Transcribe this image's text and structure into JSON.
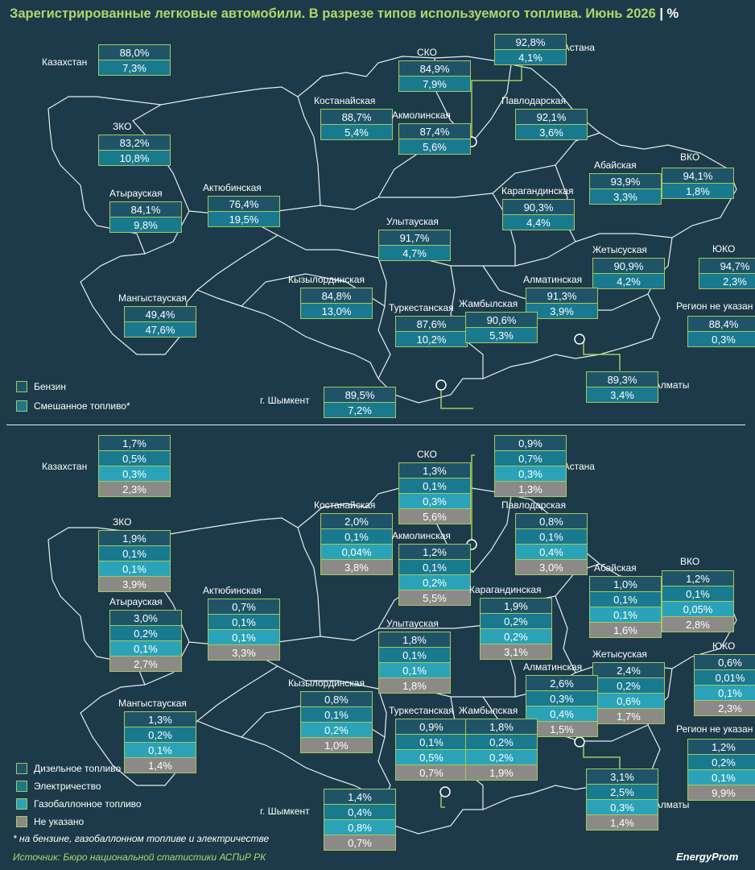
{
  "title": "Зарегистрированные легковые автомобили. В разрезе типов используемого топлива. Июнь 2026",
  "title_unit": "| %",
  "colors": {
    "border": "#a7c95a",
    "petrol": "#1f5468",
    "mixed": "#19798f",
    "diesel": "#1f5468",
    "electric": "#19798f",
    "gas": "#2aa3b8",
    "unknown": "#8b8a86"
  },
  "legend_top": [
    "Бензин",
    "Смешанное топливо*"
  ],
  "legend_bottom": [
    "Дизельное топливо",
    "Электричество",
    "Газобаллонное топливо",
    "Не указано"
  ],
  "footnote": "* на бензине, газобаллонном топливе и электричестве",
  "source": "Источник: Бюро национальной статистики АСПиР РК",
  "brand": "EnergyProm",
  "chart_data": [
    {
      "type": "table",
      "title": "Бензин / Смешанное топливо*",
      "series": [
        "Бензин",
        "Смешанное топливо*"
      ],
      "regions": [
        {
          "name": "Казахстан",
          "values": [
            "88,0%",
            "7,3%"
          ]
        },
        {
          "name": "СКО",
          "values": [
            "84,9%",
            "7,9%"
          ]
        },
        {
          "name": "г. Астана",
          "values": [
            "92,8%",
            "4,1%"
          ]
        },
        {
          "name": "ЗКО",
          "values": [
            "83,2%",
            "10,8%"
          ]
        },
        {
          "name": "Костанайская",
          "values": [
            "88,7%",
            "5,4%"
          ]
        },
        {
          "name": "Акмолинская",
          "values": [
            "87,4%",
            "5,6%"
          ]
        },
        {
          "name": "Павлодарская",
          "values": [
            "92,1%",
            "3,6%"
          ]
        },
        {
          "name": "Атырауская",
          "values": [
            "84,1%",
            "9,8%"
          ]
        },
        {
          "name": "Актюбинская",
          "values": [
            "76,4%",
            "19,5%"
          ]
        },
        {
          "name": "Абайская",
          "values": [
            "93,9%",
            "3,3%"
          ]
        },
        {
          "name": "ВКО",
          "values": [
            "94,1%",
            "1,8%"
          ]
        },
        {
          "name": "Карагандинская",
          "values": [
            "90,3%",
            "4,4%"
          ]
        },
        {
          "name": "Улытауская",
          "values": [
            "91,7%",
            "4,7%"
          ]
        },
        {
          "name": "Жетысуская",
          "values": [
            "90,9%",
            "4,2%"
          ]
        },
        {
          "name": "ЮКО",
          "values": [
            "94,7%",
            "2,3%"
          ]
        },
        {
          "name": "Мангыстауская",
          "values": [
            "49,4%",
            "47,6%"
          ]
        },
        {
          "name": "Кызылординская",
          "values": [
            "84,8%",
            "13,0%"
          ]
        },
        {
          "name": "Алматинская",
          "values": [
            "91,3%",
            "3,9%"
          ]
        },
        {
          "name": "Туркестанская",
          "values": [
            "87,6%",
            "10,2%"
          ]
        },
        {
          "name": "Жамбылская",
          "values": [
            "90,6%",
            "5,3%"
          ]
        },
        {
          "name": "Регион не указан",
          "values": [
            "88,4%",
            "0,3%"
          ]
        },
        {
          "name": "г. Алматы",
          "values": [
            "89,3%",
            "3,4%"
          ]
        },
        {
          "name": "г. Шымкент",
          "values": [
            "89,5%",
            "7,2%"
          ]
        }
      ]
    },
    {
      "type": "table",
      "title": "Дизельное топливо / Электричество / Газобаллонное топливо / Не указано",
      "series": [
        "Дизельное топливо",
        "Электричество",
        "Газобаллонное топливо",
        "Не указано"
      ],
      "regions": [
        {
          "name": "Казахстан",
          "values": [
            "1,7%",
            "0,5%",
            "0,3%",
            "2,3%"
          ]
        },
        {
          "name": "СКО",
          "values": [
            "1,3%",
            "0,1%",
            "0,3%",
            "5,6%"
          ]
        },
        {
          "name": "г. Астана",
          "values": [
            "0,9%",
            "0,7%",
            "0,3%",
            "1,3%"
          ]
        },
        {
          "name": "ЗКО",
          "values": [
            "1,9%",
            "0,1%",
            "0,1%",
            "3,9%"
          ]
        },
        {
          "name": "Костанайская",
          "values": [
            "2,0%",
            "0,1%",
            "0,04%",
            "3,8%"
          ]
        },
        {
          "name": "Акмолинская",
          "values": [
            "1,2%",
            "0,1%",
            "0,2%",
            "5,5%"
          ]
        },
        {
          "name": "Павлодарская",
          "values": [
            "0,8%",
            "0,1%",
            "0,4%",
            "3,0%"
          ]
        },
        {
          "name": "Атырауская",
          "values": [
            "3,0%",
            "0,2%",
            "0,1%",
            "2,7%"
          ]
        },
        {
          "name": "Актюбинская",
          "values": [
            "0,7%",
            "0,1%",
            "0,1%",
            "3,3%"
          ]
        },
        {
          "name": "Абайская",
          "values": [
            "1,0%",
            "0,1%",
            "0,1%",
            "1,6%"
          ]
        },
        {
          "name": "ВКО",
          "values": [
            "1,2%",
            "0,1%",
            "0,05%",
            "2,8%"
          ]
        },
        {
          "name": "Карагандинская",
          "values": [
            "1,9%",
            "0,2%",
            "0,2%",
            "3,1%"
          ]
        },
        {
          "name": "Улытауская",
          "values": [
            "1,8%",
            "0,1%",
            "0,1%",
            "1,8%"
          ]
        },
        {
          "name": "Жетысуская",
          "values": [
            "2,4%",
            "0,2%",
            "0,6%",
            "1,7%"
          ]
        },
        {
          "name": "ЮКО",
          "values": [
            "0,6%",
            "0,01%",
            "0,1%",
            "2,3%"
          ]
        },
        {
          "name": "Мангыстауская",
          "values": [
            "1,3%",
            "0,2%",
            "0,1%",
            "1,4%"
          ]
        },
        {
          "name": "Кызылординская",
          "values": [
            "0,8%",
            "0,1%",
            "0,2%",
            "1,0%"
          ]
        },
        {
          "name": "Алматинская",
          "values": [
            "2,6%",
            "0,3%",
            "0,4%",
            "1,5%"
          ]
        },
        {
          "name": "Туркестанская",
          "values": [
            "0,9%",
            "0,1%",
            "0,5%",
            "0,7%"
          ]
        },
        {
          "name": "Жамбылская",
          "values": [
            "1,8%",
            "0,2%",
            "0,2%",
            "1,9%"
          ]
        },
        {
          "name": "Регион не указан",
          "values": [
            "1,2%",
            "0,2%",
            "0,1%",
            "9,9%"
          ]
        },
        {
          "name": "г. Алматы",
          "values": [
            "3,1%",
            "2,5%",
            "0,3%",
            "1,4%"
          ]
        },
        {
          "name": "г. Шымкент",
          "values": [
            "1,4%",
            "0,4%",
            "0,8%",
            "0,7%"
          ]
        }
      ]
    }
  ]
}
